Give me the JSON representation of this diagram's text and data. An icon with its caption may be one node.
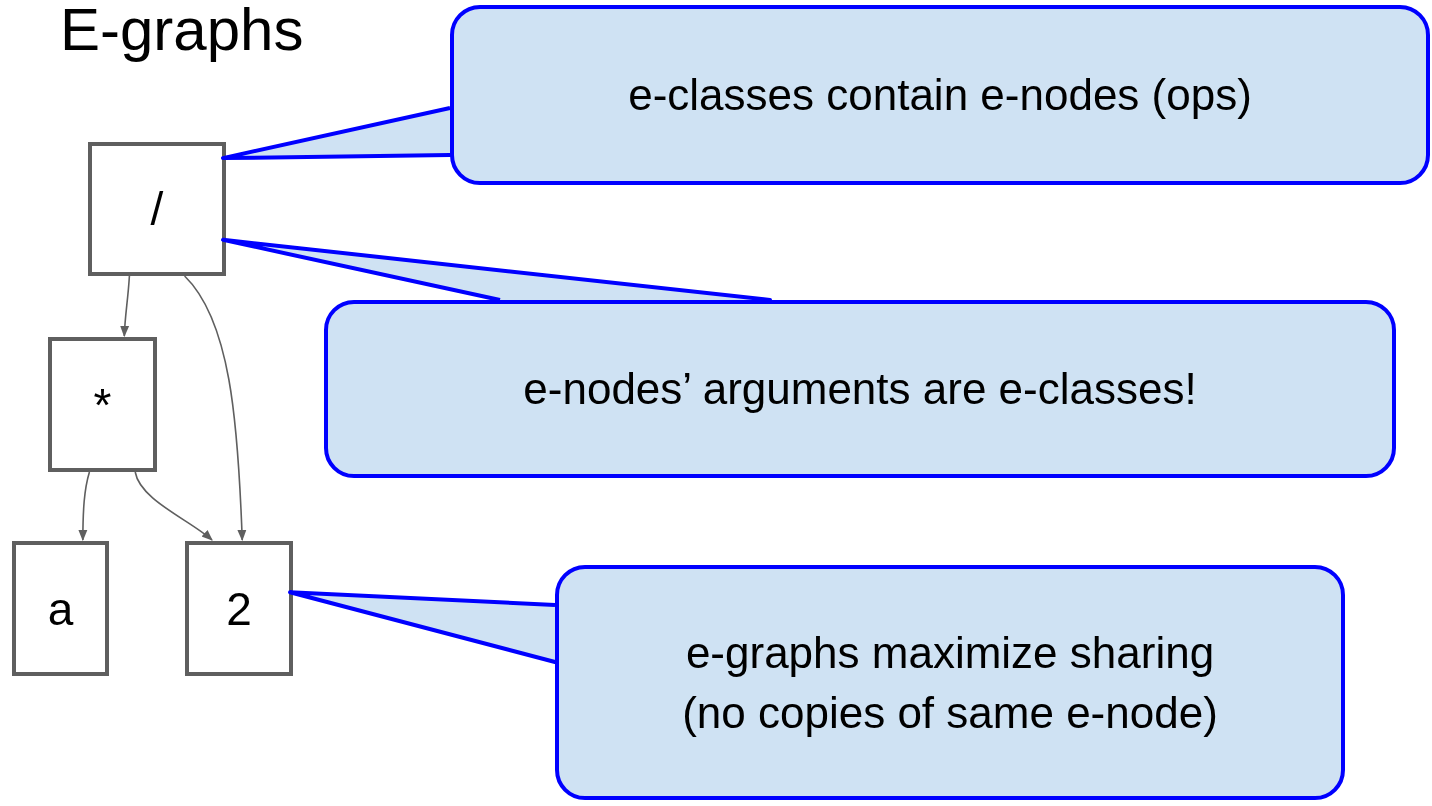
{
  "diagram": {
    "title": "E-graphs",
    "nodes": [
      {
        "text": [
          "/"
        ]
      },
      {
        "text": [
          "*"
        ]
      },
      {
        "text": [
          "a"
        ]
      },
      {
        "text": [
          "2"
        ]
      },
      {
        "text": [
          "e-classes contain e-nodes (ops)"
        ]
      },
      {
        "text": [
          "e-nodes’ arguments are e-classes!"
        ]
      },
      {
        "text": [
          "e-graphs maximize sharing (no copies of same e-node)"
        ]
      }
    ],
    "edges": [
      {
        "from": 0,
        "to": 1,
        "arrow": "to"
      },
      {
        "from": 0,
        "to": 3,
        "arrow": "to"
      },
      {
        "from": 1,
        "to": 2,
        "arrow": "to"
      },
      {
        "from": 1,
        "to": 3,
        "arrow": "to"
      },
      {
        "from": 4,
        "to": 0,
        "arrow": "none",
        "style": "thick",
        "color": "#0000ff"
      },
      {
        "from": 5,
        "to": 0,
        "arrow": "none",
        "style": "thick",
        "color": "#0000ff"
      },
      {
        "from": 6,
        "to": 3,
        "arrow": "none",
        "style": "thick",
        "color": "#0000ff"
      }
    ]
  }
}
